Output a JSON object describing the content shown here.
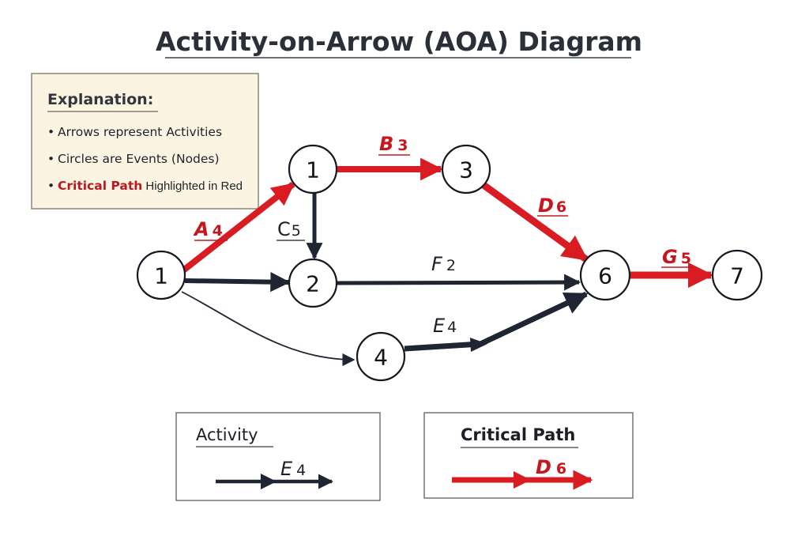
{
  "title": "Activity-on-Arrow (AOA) Diagram",
  "colors": {
    "critical": "#d81c22",
    "normal": "#1f2533",
    "box_bg": "#fbf4e3",
    "box_border": "#8c8679",
    "title_underline": "#6b6e75"
  },
  "explanation": {
    "heading": "Explanation:",
    "items": [
      {
        "bullet": "•",
        "text": "Arrows represent Activities"
      },
      {
        "bullet": "•",
        "text": "Circles are Events (Nodes)"
      },
      {
        "bullet": "•",
        "highlight": "Critical Path",
        "text": " Highlighted in Red"
      }
    ]
  },
  "nodes": [
    {
      "id": "n-start",
      "label": "1"
    },
    {
      "id": "n-top1",
      "label": "1"
    },
    {
      "id": "n-2",
      "label": "2"
    },
    {
      "id": "n-3",
      "label": "3"
    },
    {
      "id": "n-4",
      "label": "4"
    },
    {
      "id": "n-6",
      "label": "6"
    },
    {
      "id": "n-7",
      "label": "7"
    }
  ],
  "activities": [
    {
      "name": "A",
      "duration": "4",
      "from": "n-start",
      "to": "n-top1",
      "critical": true
    },
    {
      "name": "B",
      "duration": "3",
      "from": "n-top1",
      "to": "n-3",
      "critical": true
    },
    {
      "name": "C",
      "duration": "5",
      "from": "n-top1",
      "to": "n-2",
      "critical": false
    },
    {
      "name": "D",
      "duration": "6",
      "from": "n-3",
      "to": "n-6",
      "critical": true
    },
    {
      "name": "E",
      "duration": "4",
      "from": "n-4",
      "to": "n-6",
      "critical": false
    },
    {
      "name": "F",
      "duration": "2",
      "from": "n-2",
      "to": "n-6",
      "critical": false
    },
    {
      "name": "G",
      "duration": "5",
      "from": "n-6",
      "to": "n-7",
      "critical": true
    },
    {
      "name": "",
      "duration": "",
      "from": "n-start",
      "to": "n-2",
      "critical": false
    },
    {
      "name": "",
      "duration": "",
      "from": "n-start",
      "to": "n-4",
      "critical": false
    }
  ],
  "legend": [
    {
      "title": "Activity",
      "bold": false,
      "example_name": "E",
      "example_duration": "4",
      "critical": false
    },
    {
      "title": "Critical Path",
      "bold": true,
      "example_name": "D",
      "example_duration": "6",
      "critical": true
    }
  ]
}
